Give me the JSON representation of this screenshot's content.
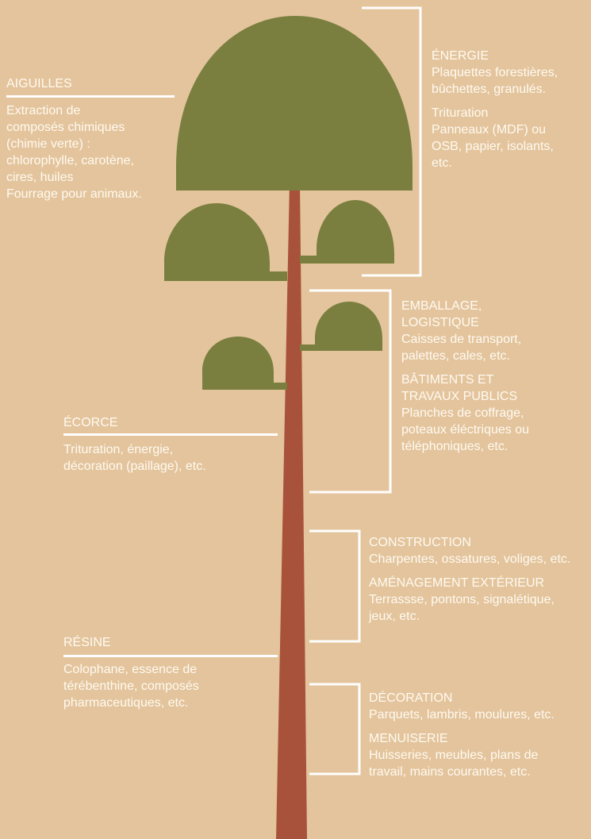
{
  "colors": {
    "background": "#e3c49c",
    "foliage": "#7a7f3f",
    "trunk": "#a8523b",
    "lines": "#ffffff",
    "text": "#fffaf1"
  },
  "left": {
    "aiguilles": {
      "title": "AIGUILLES",
      "lines": [
        "Extraction de",
        "composés chimiques",
        "(chimie verte) :",
        "chlorophylle, carotène,",
        "cires, huiles",
        "Fourrage pour animaux."
      ]
    },
    "ecorce": {
      "title": "ÉCORCE",
      "lines": [
        "Trituration, énergie,",
        "décoration (paillage), etc."
      ]
    },
    "resine": {
      "title": "RÉSINE",
      "lines": [
        "Colophane, essence de",
        "térébenthine, composés",
        "pharmaceutiques, etc."
      ]
    }
  },
  "right": {
    "energie": {
      "title": "ÉNERGIE",
      "lines": [
        "Plaquettes forestières,",
        "bûchettes, granulés."
      ],
      "sub_lines": [
        "Trituration",
        "Panneaux (MDF) ou",
        "OSB, papier, isolants,",
        "etc."
      ]
    },
    "emballage": {
      "title_lines": [
        "EMBALLAGE,",
        "LOGISTIQUE"
      ],
      "lines": [
        "Caisses de transport,",
        "palettes, cales, etc."
      ]
    },
    "batiments": {
      "title_lines": [
        "BÂTIMENTS ET",
        "TRAVAUX PUBLICS"
      ],
      "lines": [
        "Planches de coffrage,",
        "poteaux éléctriques ou",
        "téléphoniques, etc."
      ]
    },
    "construction": {
      "title": "CONSTRUCTION",
      "lines": [
        "Charpentes, ossatures, voliges, etc."
      ]
    },
    "amenagement": {
      "title": "AMÉNAGEMENT EXTÉRIEUR",
      "lines": [
        "Terrassse, pontons, signalétique,",
        "jeux, etc."
      ]
    },
    "decoration": {
      "title": "DÉCORATION",
      "lines": [
        "Parquets, lambris, moulures, etc."
      ]
    },
    "menuiserie": {
      "title": "MENUISERIE",
      "lines": [
        "Huisseries, meubles, plans de",
        "travail, mains courantes, etc."
      ]
    }
  }
}
